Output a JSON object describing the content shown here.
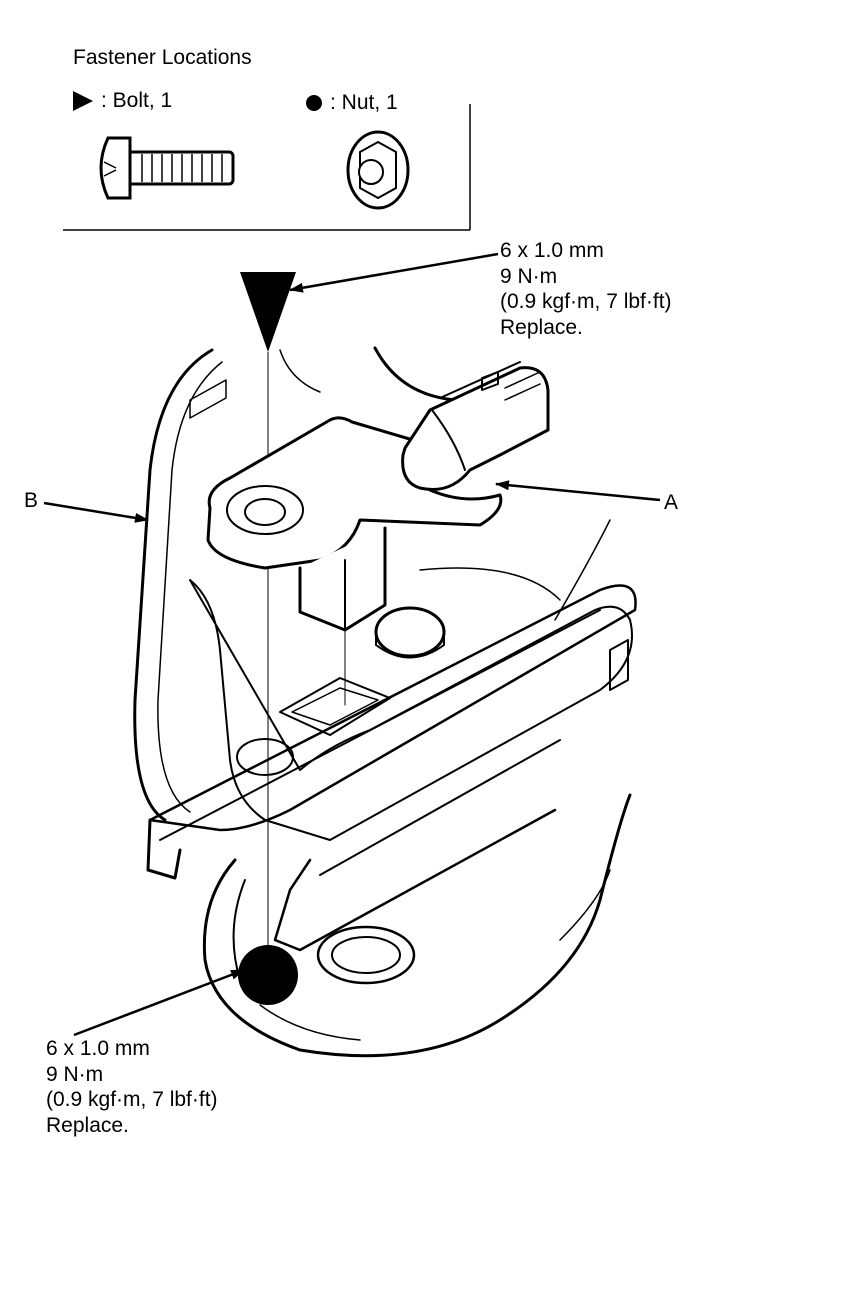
{
  "legend": {
    "title": "Fastener Locations",
    "bolt_label": ": Bolt, 1",
    "nut_label": ": Nut, 1",
    "bolt_icon": "filled-triangle",
    "nut_icon": "filled-circle"
  },
  "callouts": {
    "top": {
      "size": "6 x 1.0 mm",
      "torque": "9 N·m",
      "torque_alt": "(0.9 kgf·m, 7 lbf·ft)",
      "note": "Replace."
    },
    "bottom": {
      "size": "6 x 1.0 mm",
      "torque": "9 N·m",
      "torque_alt": "(0.9 kgf·m, 7 lbf·ft)",
      "note": "Replace."
    }
  },
  "parts": {
    "a": "A",
    "b": "B"
  }
}
